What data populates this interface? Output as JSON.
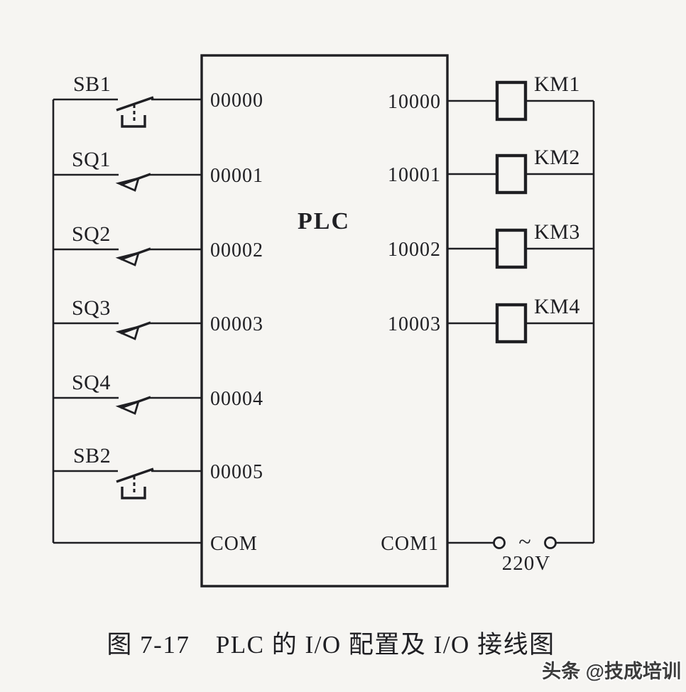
{
  "colors": {
    "background": "#f6f5f2",
    "ink": "#1f1f23"
  },
  "plc_box": {
    "label": "PLC",
    "input_ports": [
      "00000",
      "00001",
      "00002",
      "00003",
      "00004",
      "00005"
    ],
    "input_common": "COM",
    "output_ports": [
      "10000",
      "10001",
      "10002",
      "10003"
    ],
    "output_common": "COM1"
  },
  "input_devices": [
    {
      "label": "SB1",
      "type": "pushbutton-no"
    },
    {
      "label": "SQ1",
      "type": "limit-switch-no"
    },
    {
      "label": "SQ2",
      "type": "limit-switch-no"
    },
    {
      "label": "SQ3",
      "type": "limit-switch-no"
    },
    {
      "label": "SQ4",
      "type": "limit-switch-no"
    },
    {
      "label": "SB2",
      "type": "pushbutton-no"
    }
  ],
  "output_devices": [
    {
      "label": "KM1",
      "type": "contactor-coil"
    },
    {
      "label": "KM2",
      "type": "contactor-coil"
    },
    {
      "label": "KM3",
      "type": "contactor-coil"
    },
    {
      "label": "KM4",
      "type": "contactor-coil"
    }
  ],
  "power_supply": {
    "ac_symbol": "~",
    "voltage": "220V"
  },
  "caption": "图 7-17　PLC 的 I/O 配置及 I/O 接线图",
  "watermark": "头条 @技成培训"
}
